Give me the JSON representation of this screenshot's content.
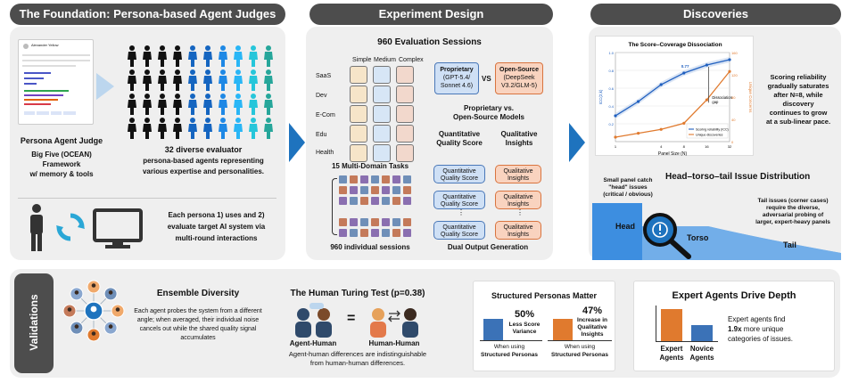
{
  "foundation": {
    "header": "The Foundation: Persona-based Agent Judges",
    "persona_card_name": "Alexander Yellow",
    "judge_title": "Persona Agent Judge",
    "judge_lines": [
      "Big Five (OCEAN)",
      "Framework",
      "w/ memory & tools"
    ],
    "count_title": "32 diverse evaluator",
    "count_lines": [
      "persona-based agents representing",
      "various expertise and personalities."
    ],
    "loop_lines": [
      "Each persona 1) uses and 2)",
      "evaluate target AI system via",
      "multi-round interactions"
    ]
  },
  "experiment": {
    "header": "Experiment Design",
    "sessions_title": "960 Evaluation Sessions",
    "complexity": [
      "Simple",
      "Medium",
      "Complex"
    ],
    "domains": [
      "SaaS",
      "Dev",
      "E-Com",
      "Edu",
      "Health"
    ],
    "tasks_caption": "15 Multi-Domain Tasks",
    "sessions_caption": "960 individual sessions",
    "proprietary": [
      "Proprietary",
      "(GPT-5.4/",
      "Sonnet 4.6)"
    ],
    "vs": "VS",
    "opensource": [
      "Open-Source",
      "(DeepSeek",
      "V3.2/GLM-5)"
    ],
    "compare_lines": [
      "Proprietary vs.",
      "Open-Source Models"
    ],
    "quant_title": [
      "Quantitative",
      "Quality Score"
    ],
    "qual_title": [
      "Qualitative",
      "Insights"
    ],
    "quant_box": [
      "Quantitative",
      "Quality Score"
    ],
    "qual_box": [
      "Qualitative",
      "Insights"
    ],
    "dual_caption": "Dual Output Generation"
  },
  "discoveries": {
    "header": "Discoveries",
    "chart_title": "The Score–Coverage Dissociation",
    "reliability_text": [
      "Scoring reliability",
      "gradually saturates",
      "after N=8, while",
      "discovery",
      "continues to grow",
      "at a sub-linear pace."
    ],
    "htt_title": "Head–torso–tail Issue Distribution",
    "head_note": [
      "Small panel catch",
      "\"head\" issues",
      "(critical / obvious)"
    ],
    "tail_note": [
      "Tail issues (corner cases)",
      "require the diverse,",
      "adversarial probing of",
      "larger, expert-heavy panels"
    ],
    "labels": {
      "head": "Head",
      "torso": "Torso",
      "tail": "Tail"
    }
  },
  "chart_data": {
    "type": "line",
    "title": "The Score–Coverage Dissociation",
    "xlabel": "Panel Size (N)",
    "ylabel": "ICC(2,k)",
    "y2label": "Unique Concerns",
    "x": [
      1,
      2,
      4,
      8,
      16,
      32
    ],
    "xticks": [
      1,
      4,
      8,
      16,
      32
    ],
    "ylim": [
      0.0,
      1.0
    ],
    "y2lim": [
      0,
      160
    ],
    "series": [
      {
        "name": "Scoring reliability (ICC)",
        "axis": "left",
        "color": "#1f5fbf",
        "values": [
          0.29,
          0.45,
          0.64,
          0.77,
          0.86,
          0.92
        ]
      },
      {
        "name": "Unique discoveries",
        "axis": "right",
        "color": "#e07a2e",
        "values": [
          8,
          15,
          22,
          33,
          75,
          126
        ]
      }
    ],
    "annotations": [
      "0.77",
      "33",
      "Dissociation",
      "gap"
    ]
  },
  "validations": {
    "side_label": "Validations",
    "ensemble_title": "Ensemble Diversity",
    "ensemble_lines": [
      "Each agent probes the system from a different",
      "angle; when averaged, their individual noise",
      "cancels out while the shared quality signal",
      "accumulates"
    ],
    "turing_title": "The Human Turing Test (p=0.38)",
    "agent_human": "Agent-Human",
    "human_human": "Human-Human",
    "turing_lines": [
      "Agent-human differences are indistinguishable",
      "from human-human differences."
    ],
    "structured_title": "Structured Personas Matter",
    "stat1_value": "50%",
    "stat1_lines": [
      "Less Score",
      "Variance"
    ],
    "stat2_value": "47%",
    "stat2_lines": [
      "Increase in",
      "Qualitative",
      "Insights"
    ],
    "when_using": "When using",
    "structured_personas": "Structured Personas",
    "expert_title": "Expert Agents Drive Depth",
    "expert_label": [
      "Expert",
      "Agents"
    ],
    "novice_label": [
      "Novice",
      "Agents"
    ],
    "expert_lines": [
      "Expert agents find",
      "categories of issues."
    ],
    "expert_highlight": "1.9x",
    "expert_after": " more unique"
  },
  "colors": {
    "blue": "#1e73be",
    "orange": "#e07a2e",
    "header_bg": "#4d4d4d",
    "panel_bg": "#efefef"
  }
}
